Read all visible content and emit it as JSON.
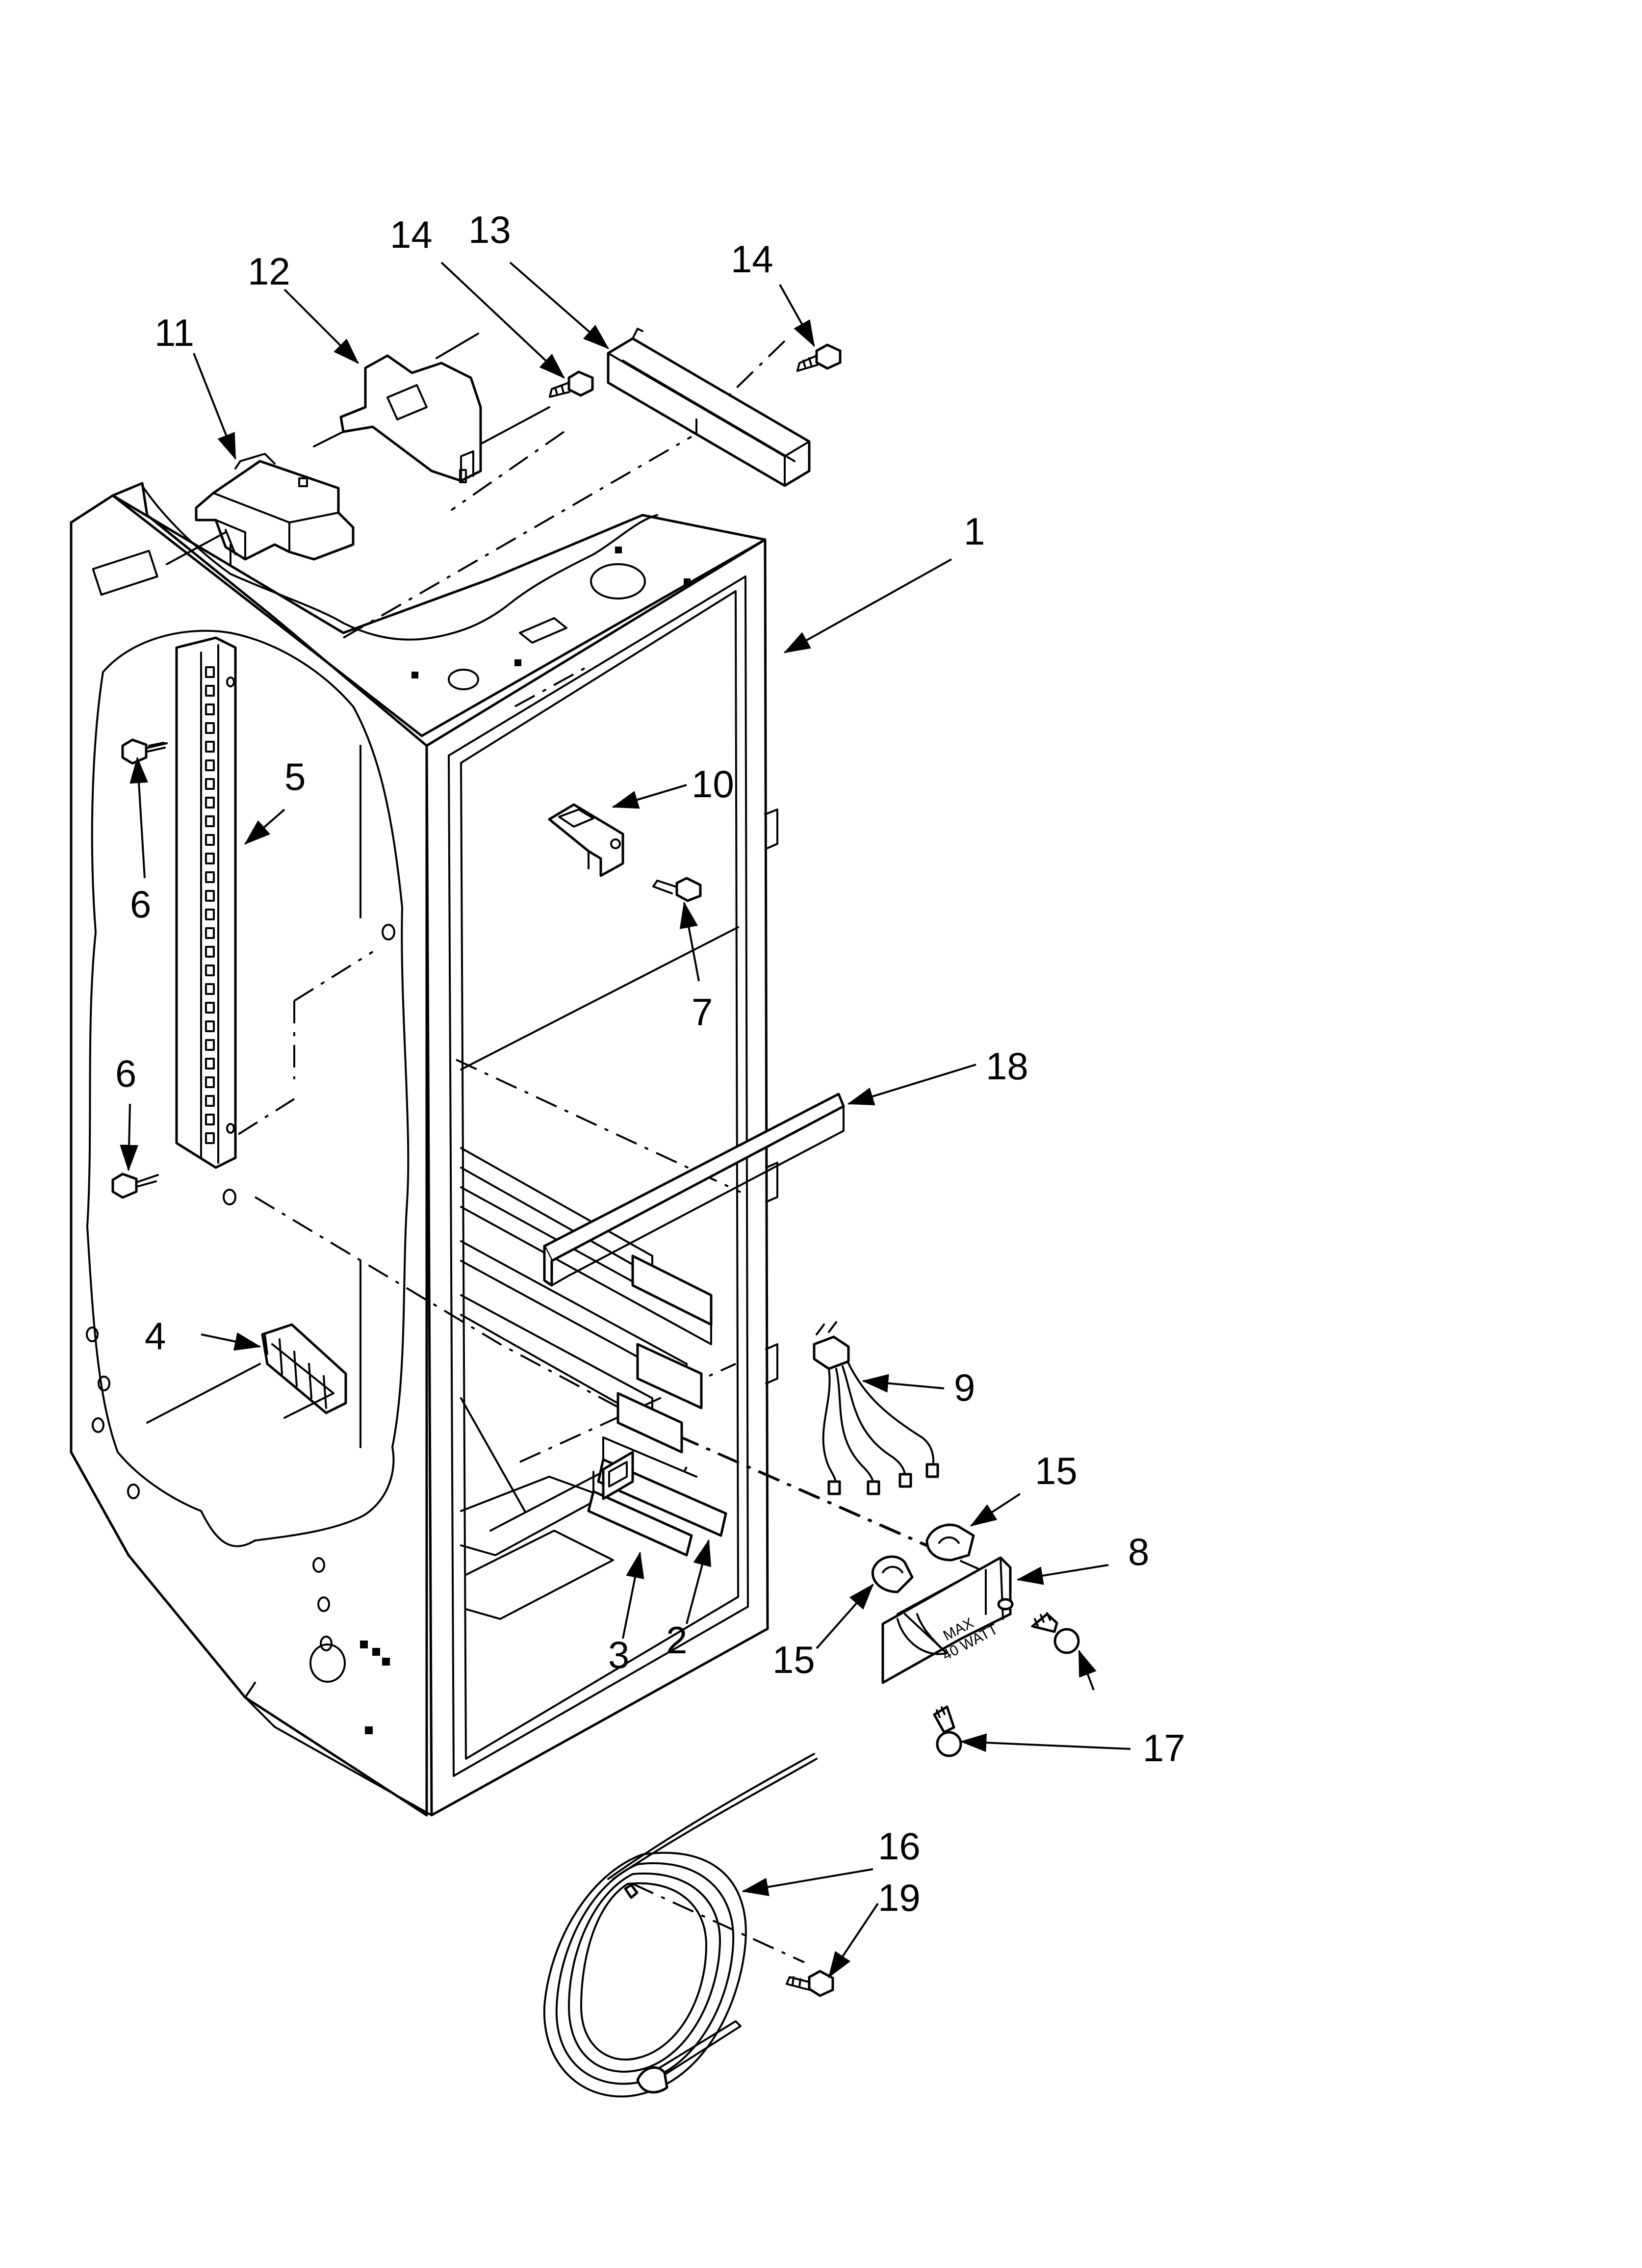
{
  "colors": {
    "line": "#000000",
    "background": "#ffffff"
  },
  "callouts": [
    {
      "id": "c1",
      "text": "1"
    },
    {
      "id": "c2",
      "text": "2"
    },
    {
      "id": "c3",
      "text": "3"
    },
    {
      "id": "c4",
      "text": "4"
    },
    {
      "id": "c5",
      "text": "5"
    },
    {
      "id": "c6a",
      "text": "6"
    },
    {
      "id": "c6b",
      "text": "6"
    },
    {
      "id": "c7",
      "text": "7"
    },
    {
      "id": "c8",
      "text": "8"
    },
    {
      "id": "c9",
      "text": "9"
    },
    {
      "id": "c10",
      "text": "10"
    },
    {
      "id": "c11",
      "text": "11"
    },
    {
      "id": "c12",
      "text": "12"
    },
    {
      "id": "c13",
      "text": "13"
    },
    {
      "id": "c14a",
      "text": "14"
    },
    {
      "id": "c14b",
      "text": "14"
    },
    {
      "id": "c15a",
      "text": "15"
    },
    {
      "id": "c15b",
      "text": "15"
    },
    {
      "id": "c16",
      "text": "16"
    },
    {
      "id": "c17",
      "text": "17"
    },
    {
      "id": "c18",
      "text": "18"
    },
    {
      "id": "c19",
      "text": "19"
    }
  ],
  "light_socket_marking": {
    "line1": "MAX",
    "line2": "40 WATT"
  }
}
